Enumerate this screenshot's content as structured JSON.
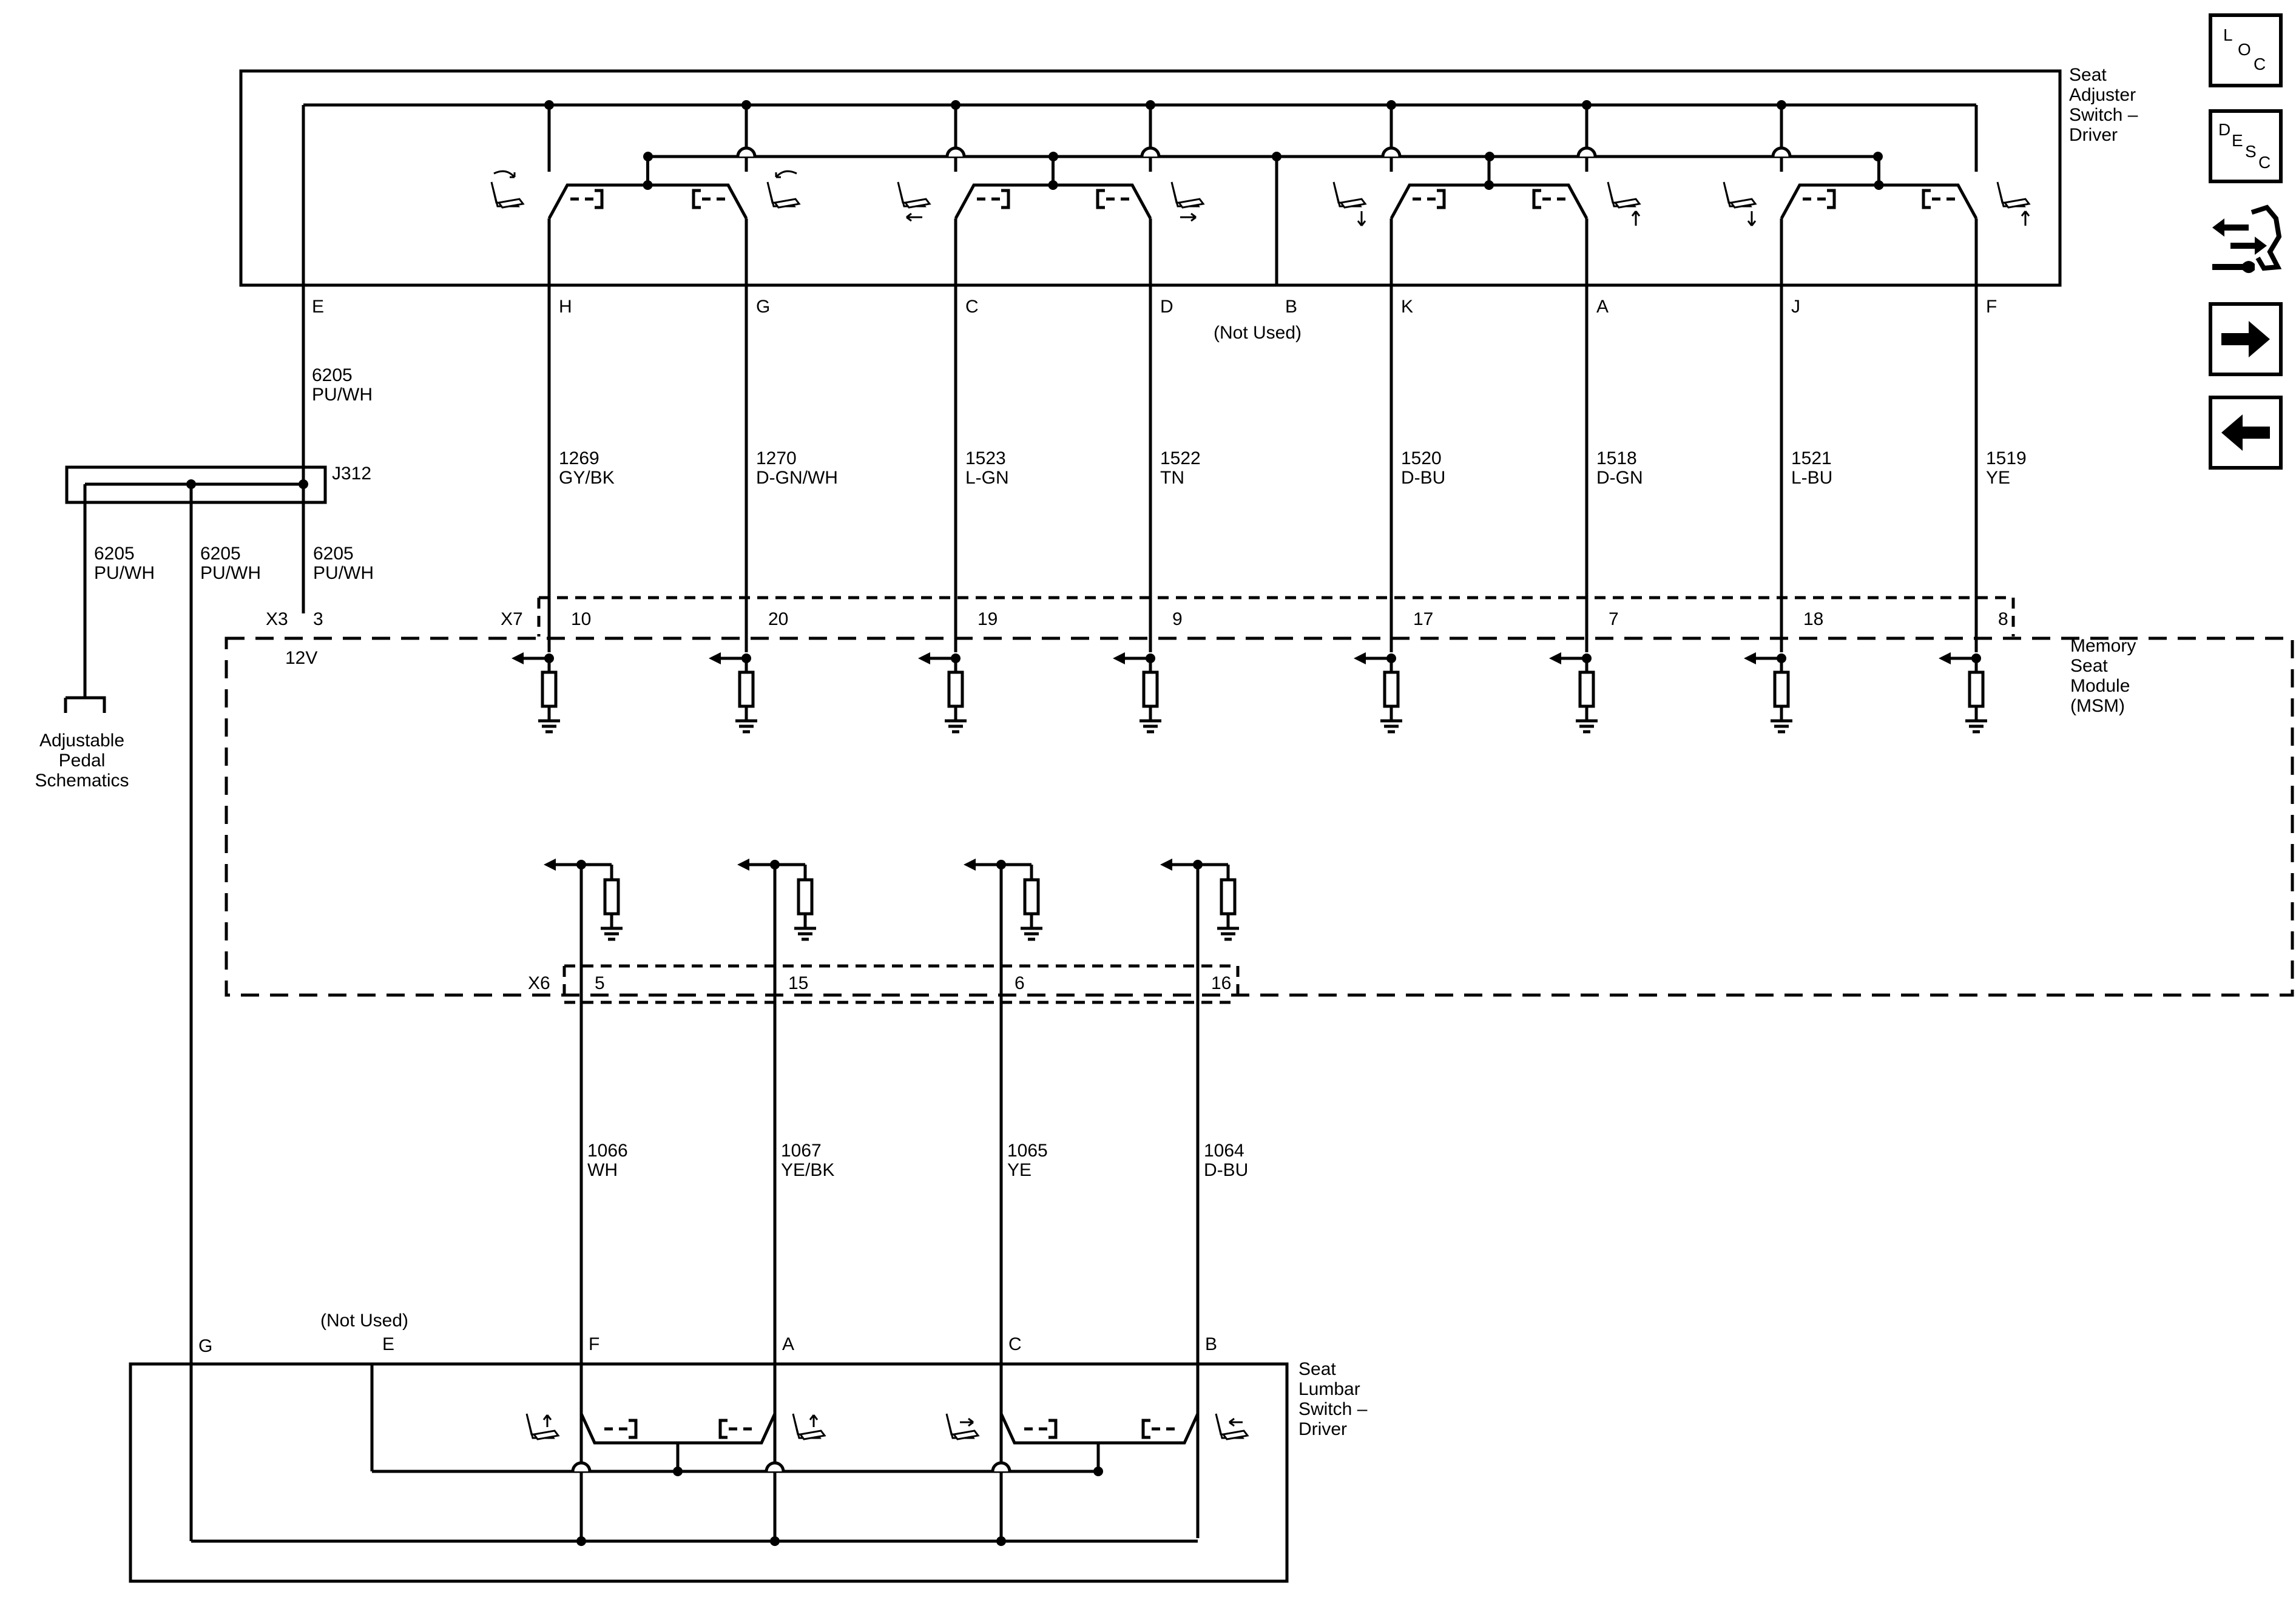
{
  "colors": {
    "line": "#000000",
    "background": "#ffffff"
  },
  "nav": [
    {
      "name": "loc-button",
      "letters": [
        "L",
        "O",
        "C"
      ]
    },
    {
      "name": "desc-button",
      "letters": [
        "D",
        "E",
        "S",
        "C"
      ]
    },
    {
      "name": "connector-icon",
      "icon": "connector-tools-icon"
    },
    {
      "name": "next-button",
      "icon": "arrow-right-icon"
    },
    {
      "name": "prev-button",
      "icon": "arrow-left-icon"
    }
  ],
  "adjuster": {
    "title": [
      "Seat",
      "Adjuster",
      "Switch –",
      "Driver"
    ],
    "e_pin": "E",
    "e_circuit": "6205",
    "e_color": "PU/WH",
    "pins": [
      {
        "pin": "H",
        "circuit": "1269",
        "color": "GY/BK",
        "msm_pin": "10"
      },
      {
        "pin": "G",
        "circuit": "1270",
        "color": "D-GN/WH",
        "msm_pin": "20"
      },
      {
        "pin": "C",
        "circuit": "1523",
        "color": "L-GN",
        "msm_pin": "19"
      },
      {
        "pin": "D",
        "circuit": "1522",
        "color": "TN",
        "msm_pin": "9"
      },
      {
        "pin": "K",
        "circuit": "1520",
        "color": "D-BU",
        "msm_pin": "17"
      },
      {
        "pin": "A",
        "circuit": "1518",
        "color": "D-GN",
        "msm_pin": "7"
      },
      {
        "pin": "J",
        "circuit": "1521",
        "color": "L-BU",
        "msm_pin": "18"
      },
      {
        "pin": "F",
        "circuit": "1519",
        "color": "YE",
        "msm_pin": "8"
      }
    ],
    "b_pin": "B",
    "b_note": "(Not Used)"
  },
  "splice": {
    "name": "J312",
    "branches": [
      {
        "circuit": "6205",
        "color": "PU/WH"
      },
      {
        "circuit": "6205",
        "color": "PU/WH"
      },
      {
        "circuit": "6205",
        "color": "PU/WH"
      }
    ],
    "pedal_text": [
      "Adjustable",
      "Pedal",
      "Schematics"
    ]
  },
  "msm": {
    "title": [
      "Memory",
      "Seat",
      "Module",
      "(MSM)"
    ],
    "x3": "X3",
    "x3_pin": "3",
    "supply": "12V",
    "x7": "X7",
    "x6": "X6"
  },
  "lumbar": {
    "title": [
      "Seat",
      "Lumbar",
      "Switch –",
      "Driver"
    ],
    "g_pin": "G",
    "e_pin": "E",
    "e_note": "(Not Used)",
    "pins": [
      {
        "pin": "F",
        "circuit": "1066",
        "color": "WH",
        "msm_pin": "5"
      },
      {
        "pin": "A",
        "circuit": "1067",
        "color": "YE/BK",
        "msm_pin": "15"
      },
      {
        "pin": "C",
        "circuit": "1065",
        "color": "YE",
        "msm_pin": "6"
      },
      {
        "pin": "B",
        "circuit": "1064",
        "color": "D-BU",
        "msm_pin": "16"
      }
    ]
  }
}
